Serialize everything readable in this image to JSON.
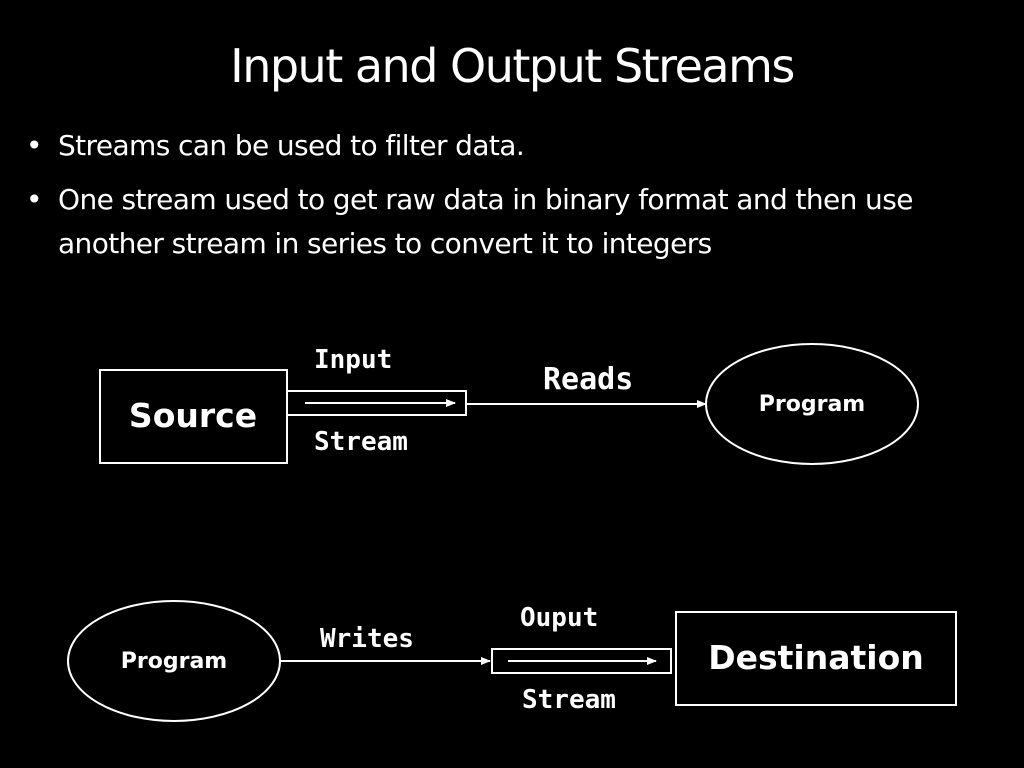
{
  "slide": {
    "title": "Input and Output Streams",
    "bullets": [
      {
        "marker": "•",
        "text": "Streams can be used to filter data."
      },
      {
        "marker": "•",
        "text": "One stream used to get raw data in binary format and then use another stream in series to convert it to integers"
      }
    ]
  },
  "diagram": {
    "input_flow": {
      "source_label": "Source",
      "stream_top_label": "Input",
      "stream_bottom_label": "Stream",
      "action_label": "Reads",
      "program_label": "Program"
    },
    "output_flow": {
      "program_label": "Program",
      "action_label": "Writes",
      "stream_top_label": "Ouput",
      "stream_bottom_label": "Stream",
      "destination_label": "Destination"
    }
  },
  "colors": {
    "background": "#000000",
    "foreground": "#ffffff"
  }
}
